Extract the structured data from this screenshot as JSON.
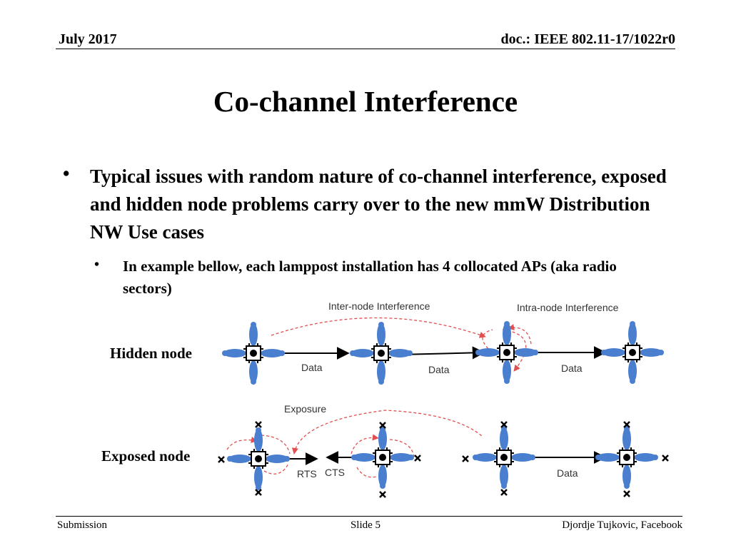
{
  "header": {
    "date": "July 2017",
    "doc": "doc.: IEEE 802.11-17/1022r0"
  },
  "title": "Co-channel Interference",
  "bullets": [
    {
      "text": "Typical issues with random nature of co-channel interference, exposed and hidden node problems carry over to the new mmW Distribution NW Use cases"
    },
    {
      "text": "In example bellow, each lamppost installation has 4 collocated APs (aka radio sectors)"
    }
  ],
  "diagram": {
    "labels": {
      "hidden_node": "Hidden node",
      "exposed_node": "Exposed node",
      "inter_node": "Inter-node Interference",
      "intra_node": "Intra-node Interference",
      "exposure": "Exposure",
      "data": "Data",
      "rts": "RTS",
      "cts": "CTS"
    },
    "colors": {
      "antenna": "#4a7fcf",
      "interference": "#e05050",
      "link": "#000000"
    }
  },
  "footer": {
    "left": "Submission",
    "center": "Slide 5",
    "right": "Djordje Tujkovic, Facebook"
  }
}
